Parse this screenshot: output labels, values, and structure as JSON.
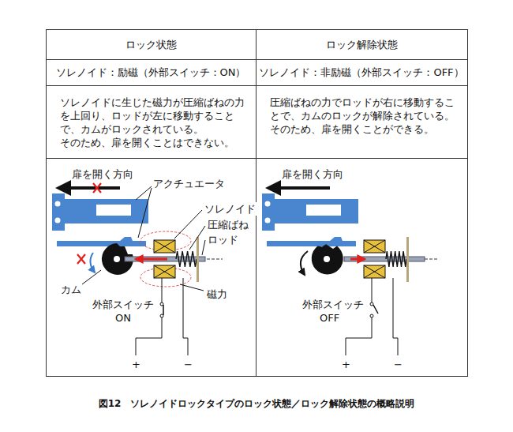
{
  "diagram": {
    "caption": "図12　ソレノイドロックタイプのロック状態／ロック解除状態の概略説明",
    "labels": [
      "ロック状態",
      "ロック解除状態",
      "ソレノイド：励磁（外部スイッチ：ON）",
      "ソレノイド：非励磁（外部スイッチ：OFF）",
      "ソレノイドに生じた磁力が圧縮ばねの力を上回り、ロッドが左に移動することで、カムがロックされている。",
      "そのため、扉を開くことはできない。",
      "圧縮ばねの力でロッドが右に移動することで、カムのロックが解除されている。",
      "そのため、扉を開くことができる。",
      "扉を開く方向",
      "アクチュエータ",
      "ソレノイド",
      "圧縮ばね",
      "ロッド",
      "カム",
      "磁力",
      "外部スイッチ",
      "ON",
      "+",
      "−",
      "扉を開く方向",
      "外部スイッチ",
      "OFF",
      "+",
      "−"
    ]
  }
}
